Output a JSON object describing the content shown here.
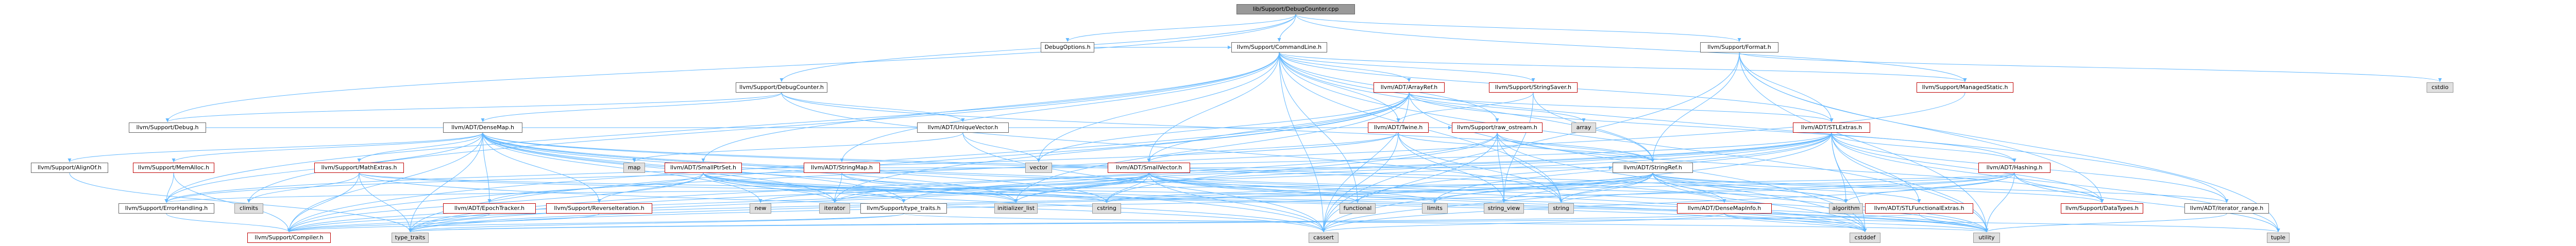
{
  "colors": {
    "edge": "#63b8ff",
    "arrow": "#63b8ff",
    "root_fill": "#999999",
    "node_border": "#666666",
    "red_border": "#bf0000",
    "system_fill": "#e0e0e0"
  },
  "nodes": {
    "root": "lib/Support/DebugCounter.cpp",
    "debugoptions": "DebugOptions.h",
    "commandline": "llvm/Support/CommandLine.h",
    "format": "llvm/Support/Format.h",
    "debugcounter": "llvm/Support/DebugCounter.h",
    "arrayref": "llvm/ADT/ArrayRef.h",
    "stringsaver": "llvm/Support/StringSaver.h",
    "managedstatic": "llvm/Support/ManagedStatic.h",
    "cstdio": "cstdio",
    "debug": "llvm/Support/Debug.h",
    "densemap": "llvm/ADT/DenseMap.h",
    "uniquevector": "llvm/ADT/UniqueVector.h",
    "twine": "llvm/ADT/Twine.h",
    "raw_ostream": "llvm/Support/raw_ostream.h",
    "array": "array",
    "stlextras": "llvm/ADT/STLExtras.h",
    "map": "map",
    "vector": "vector",
    "stringref": "llvm/ADT/StringRef.h",
    "alignof": "llvm/Support/AlignOf.h",
    "memalloc": "llvm/Support/MemAlloc.h",
    "mathextras": "llvm/Support/MathExtras.h",
    "smallptrset": "llvm/ADT/SmallPtrSet.h",
    "stringmap": "llvm/ADT/StringMap.h",
    "smallvector": "llvm/ADT/SmallVector.h",
    "hashing": "llvm/ADT/Hashing.h",
    "climits": "climits",
    "errorhandling": "llvm/Support/ErrorHandling.h",
    "epochtracker": "llvm/ADT/EpochTracker.h",
    "reverseiteration": "llvm/Support/ReverseIteration.h",
    "new": "new",
    "iterator": "iterator",
    "typetraits_llvm": "llvm/Support/type_traits.h",
    "initializer_list": "initializer_list",
    "cstring": "cstring",
    "functional": "functional",
    "limits": "limits",
    "string_view": "string_view",
    "string": "string",
    "densemapinfo": "llvm/ADT/DenseMapInfo.h",
    "algorithm": "algorithm",
    "stlfunctionalextras": "llvm/ADT/STLFunctionalExtras.h",
    "datatypes": "llvm/Support/DataTypes.h",
    "iterator_range": "llvm/ADT/iterator_range.h",
    "compiler": "llvm/Support/Compiler.h",
    "type_traits": "type_traits",
    "cassert": "cassert",
    "cstddef": "cstddef",
    "utility": "utility",
    "tuple": "tuple"
  }
}
